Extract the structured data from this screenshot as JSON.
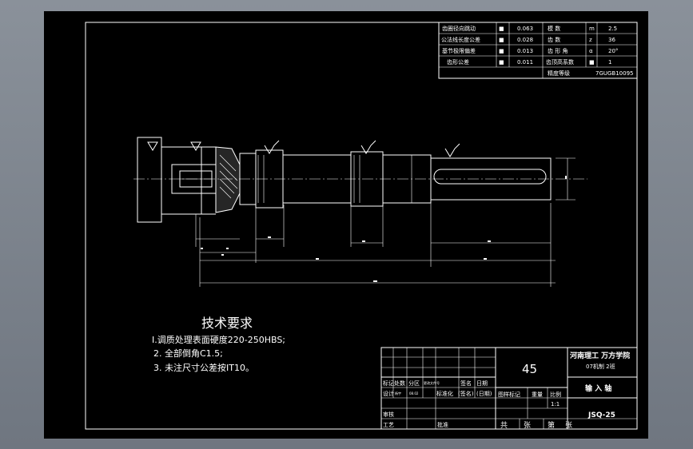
{
  "drawing": {
    "tech_title": "技术要求",
    "tech_notes": [
      "I.调质处理表面硬度220-250HBS;",
      "2. 全部倒角C1.5;",
      "3. 未注尺寸公差按IT10。"
    ]
  },
  "param_table": {
    "rows": [
      {
        "label": "齿圈径向跳动",
        "sym": "■",
        "val": "0.063",
        "name": "模  数",
        "nsym": "m",
        "nval": "2.5"
      },
      {
        "label": "公法线长度公差",
        "sym": "■",
        "val": "0.028",
        "name": "齿  数",
        "nsym": "z",
        "nval": "36"
      },
      {
        "label": "基节极限偏差",
        "sym": "■",
        "val": "0.013",
        "name": "齿 形 角",
        "nsym": "α",
        "nval": "20°"
      },
      {
        "label": "齿形公差",
        "sym": "■",
        "val": "0.011",
        "name": "齿顶高系数",
        "nsym": "■",
        "nval": "1"
      }
    ],
    "accuracy_label": "精度等级",
    "accuracy_value": "7GUGB10095"
  },
  "title_block": {
    "material": "45",
    "school": "河南理工  万方学院",
    "class": "07机制 2班",
    "part_name": "输 入 轴",
    "drawing_no": "JSQ-25",
    "scale": "1:1",
    "headers": [
      "标记",
      "处数",
      "分区",
      "更改文件号",
      "签名",
      "日期"
    ],
    "row_design": [
      "设计",
      "杨宇",
      "08.02",
      "标准化",
      "(签名)",
      "(日期)"
    ],
    "row_review": "审核",
    "row_process": "工艺",
    "row_approve": "批准",
    "stage_label": "图样标记",
    "weight_label": "重量",
    "scale_label": "比例",
    "total_label": "共",
    "sheets_label": "张",
    "page_label": "第",
    "page_unit": "张"
  }
}
